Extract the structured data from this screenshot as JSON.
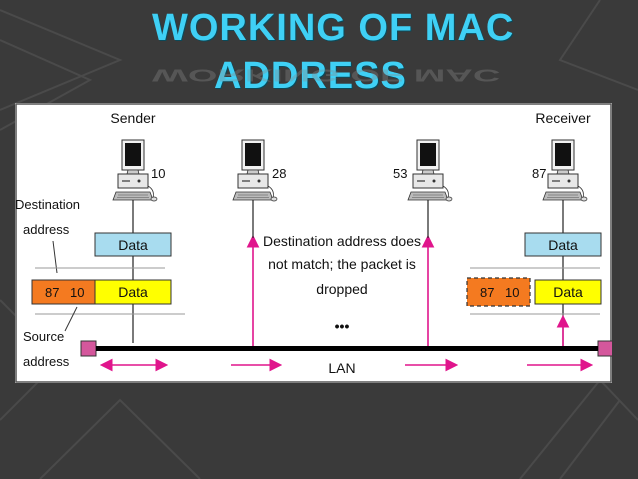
{
  "slide": {
    "title_line1": "WORKING OF MAC",
    "title_line2": "ADDRESS",
    "title_color": "#3fd0f5"
  },
  "diagram": {
    "sender_label": "Sender",
    "receiver_label": "Receiver",
    "stations": [
      {
        "address": "10"
      },
      {
        "address": "28"
      },
      {
        "address": "53"
      },
      {
        "address": "87"
      }
    ],
    "destination_label_line1": "Destination",
    "destination_label_line2": "address",
    "source_label_line1": "Source",
    "source_label_line2": "address",
    "data_label": "Data",
    "frame_dest": "87",
    "frame_src": "10",
    "drop_note_line1": "Destination address does",
    "drop_note_line2": "not match; the packet is",
    "drop_note_line3": "dropped",
    "ellipsis": "•••",
    "lan_label": "LAN",
    "colors": {
      "address_box": "#f47a20",
      "data_upper": "#a8dcef",
      "data_lower": "#ffff00",
      "arrows": "#e0158c",
      "terminator": "#d4579c",
      "bus": "#000000"
    }
  }
}
